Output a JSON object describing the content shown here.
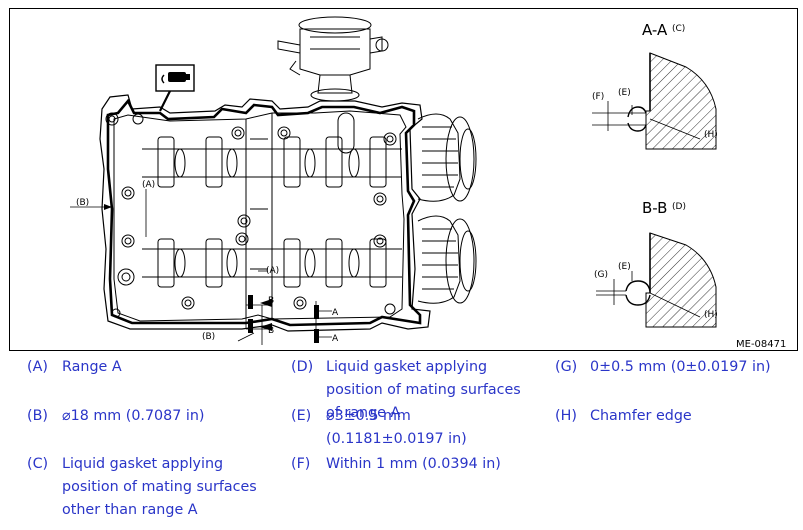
{
  "figure": {
    "code": "ME-08471",
    "section_aa": {
      "title": "A-A",
      "sub": "(C)"
    },
    "section_bb": {
      "title": "B-B",
      "sub": "(D)"
    },
    "callouts": {
      "a_range": "(A)",
      "b_dim": "(B)",
      "e_mark": "(E)",
      "f_mark": "(F)",
      "g_mark": "(G)",
      "h_mark": "(H)",
      "cut_a": "A",
      "cut_b": "B"
    }
  },
  "legend": {
    "items": [
      {
        "key": "(A)",
        "text": "Range A"
      },
      {
        "key": "(B)",
        "text": "⌀18 mm (0.7087  in)"
      },
      {
        "key": "(C)",
        "text": "Liquid gasket applying position of mating surfaces other than range A"
      },
      {
        "key": "(D)",
        "text": "Liquid gasket applying position of mating surfaces of range A"
      },
      {
        "key": "(E)",
        "text": "⌀3±0.5 mm (0.1181±0.0197  in)"
      },
      {
        "key": "(F)",
        "text": "Within 1 mm (0.0394  in)"
      },
      {
        "key": "(G)",
        "text": "0±0.5 mm (0±0.0197  in)"
      },
      {
        "key": "(H)",
        "text": "Chamfer edge"
      }
    ]
  }
}
